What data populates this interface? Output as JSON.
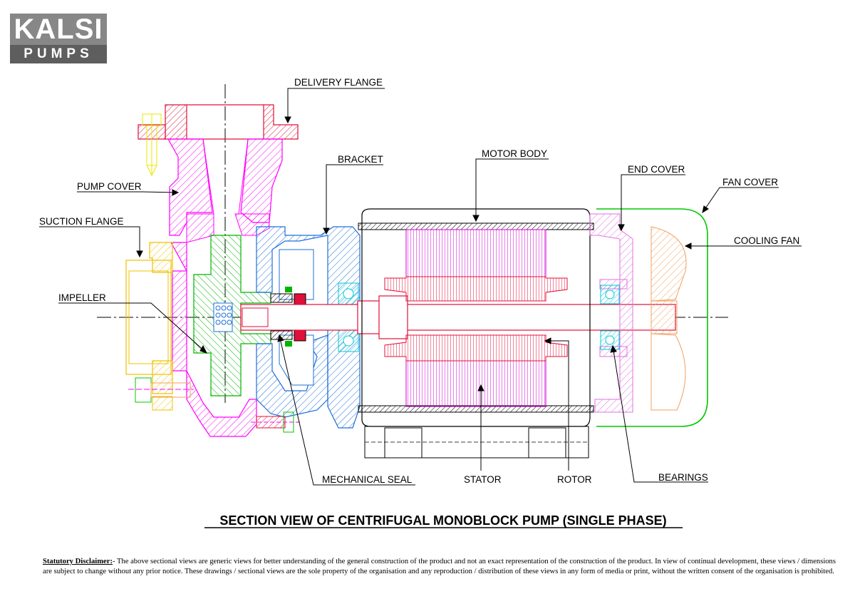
{
  "logo": {
    "line1": "KALSI",
    "line2": "PUMPS"
  },
  "title": "SECTION VIEW OF CENTRIFUGAL MONOBLOCK PUMP (SINGLE PHASE)",
  "labels": {
    "delivery_flange": "DELIVERY FLANGE",
    "pump_cover": "PUMP COVER",
    "suction_flange": "SUCTION FLANGE",
    "impeller": "IMPELLER",
    "bracket": "BRACKET",
    "motor_body": "MOTOR BODY",
    "end_cover": "END COVER",
    "fan_cover": "FAN COVER",
    "cooling_fan": "COOLING FAN",
    "mechanical_seal": "MECHANICAL SEAL",
    "stator": "STATOR",
    "rotor": "ROTOR",
    "bearings": "BEARINGS"
  },
  "disclaimer": {
    "heading": "Statutory Disclaimer:",
    "text": "- The above sectional views are generic views for better understanding of the general construction of the product and not an exact representation of the construction of the product. In view of continual development, these views / dimensions are subject to change without any prior notice. These drawings / sectional views are the sole property of the organisation and any reproduction / distribution of these views in any form of media or print, without the written consent of the organisation is prohibited."
  },
  "colors": {
    "pump_casing": "#ff00ff",
    "bracket": "#1e6fd9",
    "impeller": "#00b400",
    "suction_flange": "#f0c000",
    "delivery_flange": "#e0103a",
    "rotor_shaft": "#e0103a",
    "stator": "#d000d0",
    "end_cover": "#e070e0",
    "fan_cover": "#00c800",
    "cooling_fan": "#f0a060",
    "bearings": "#00c8d8"
  }
}
